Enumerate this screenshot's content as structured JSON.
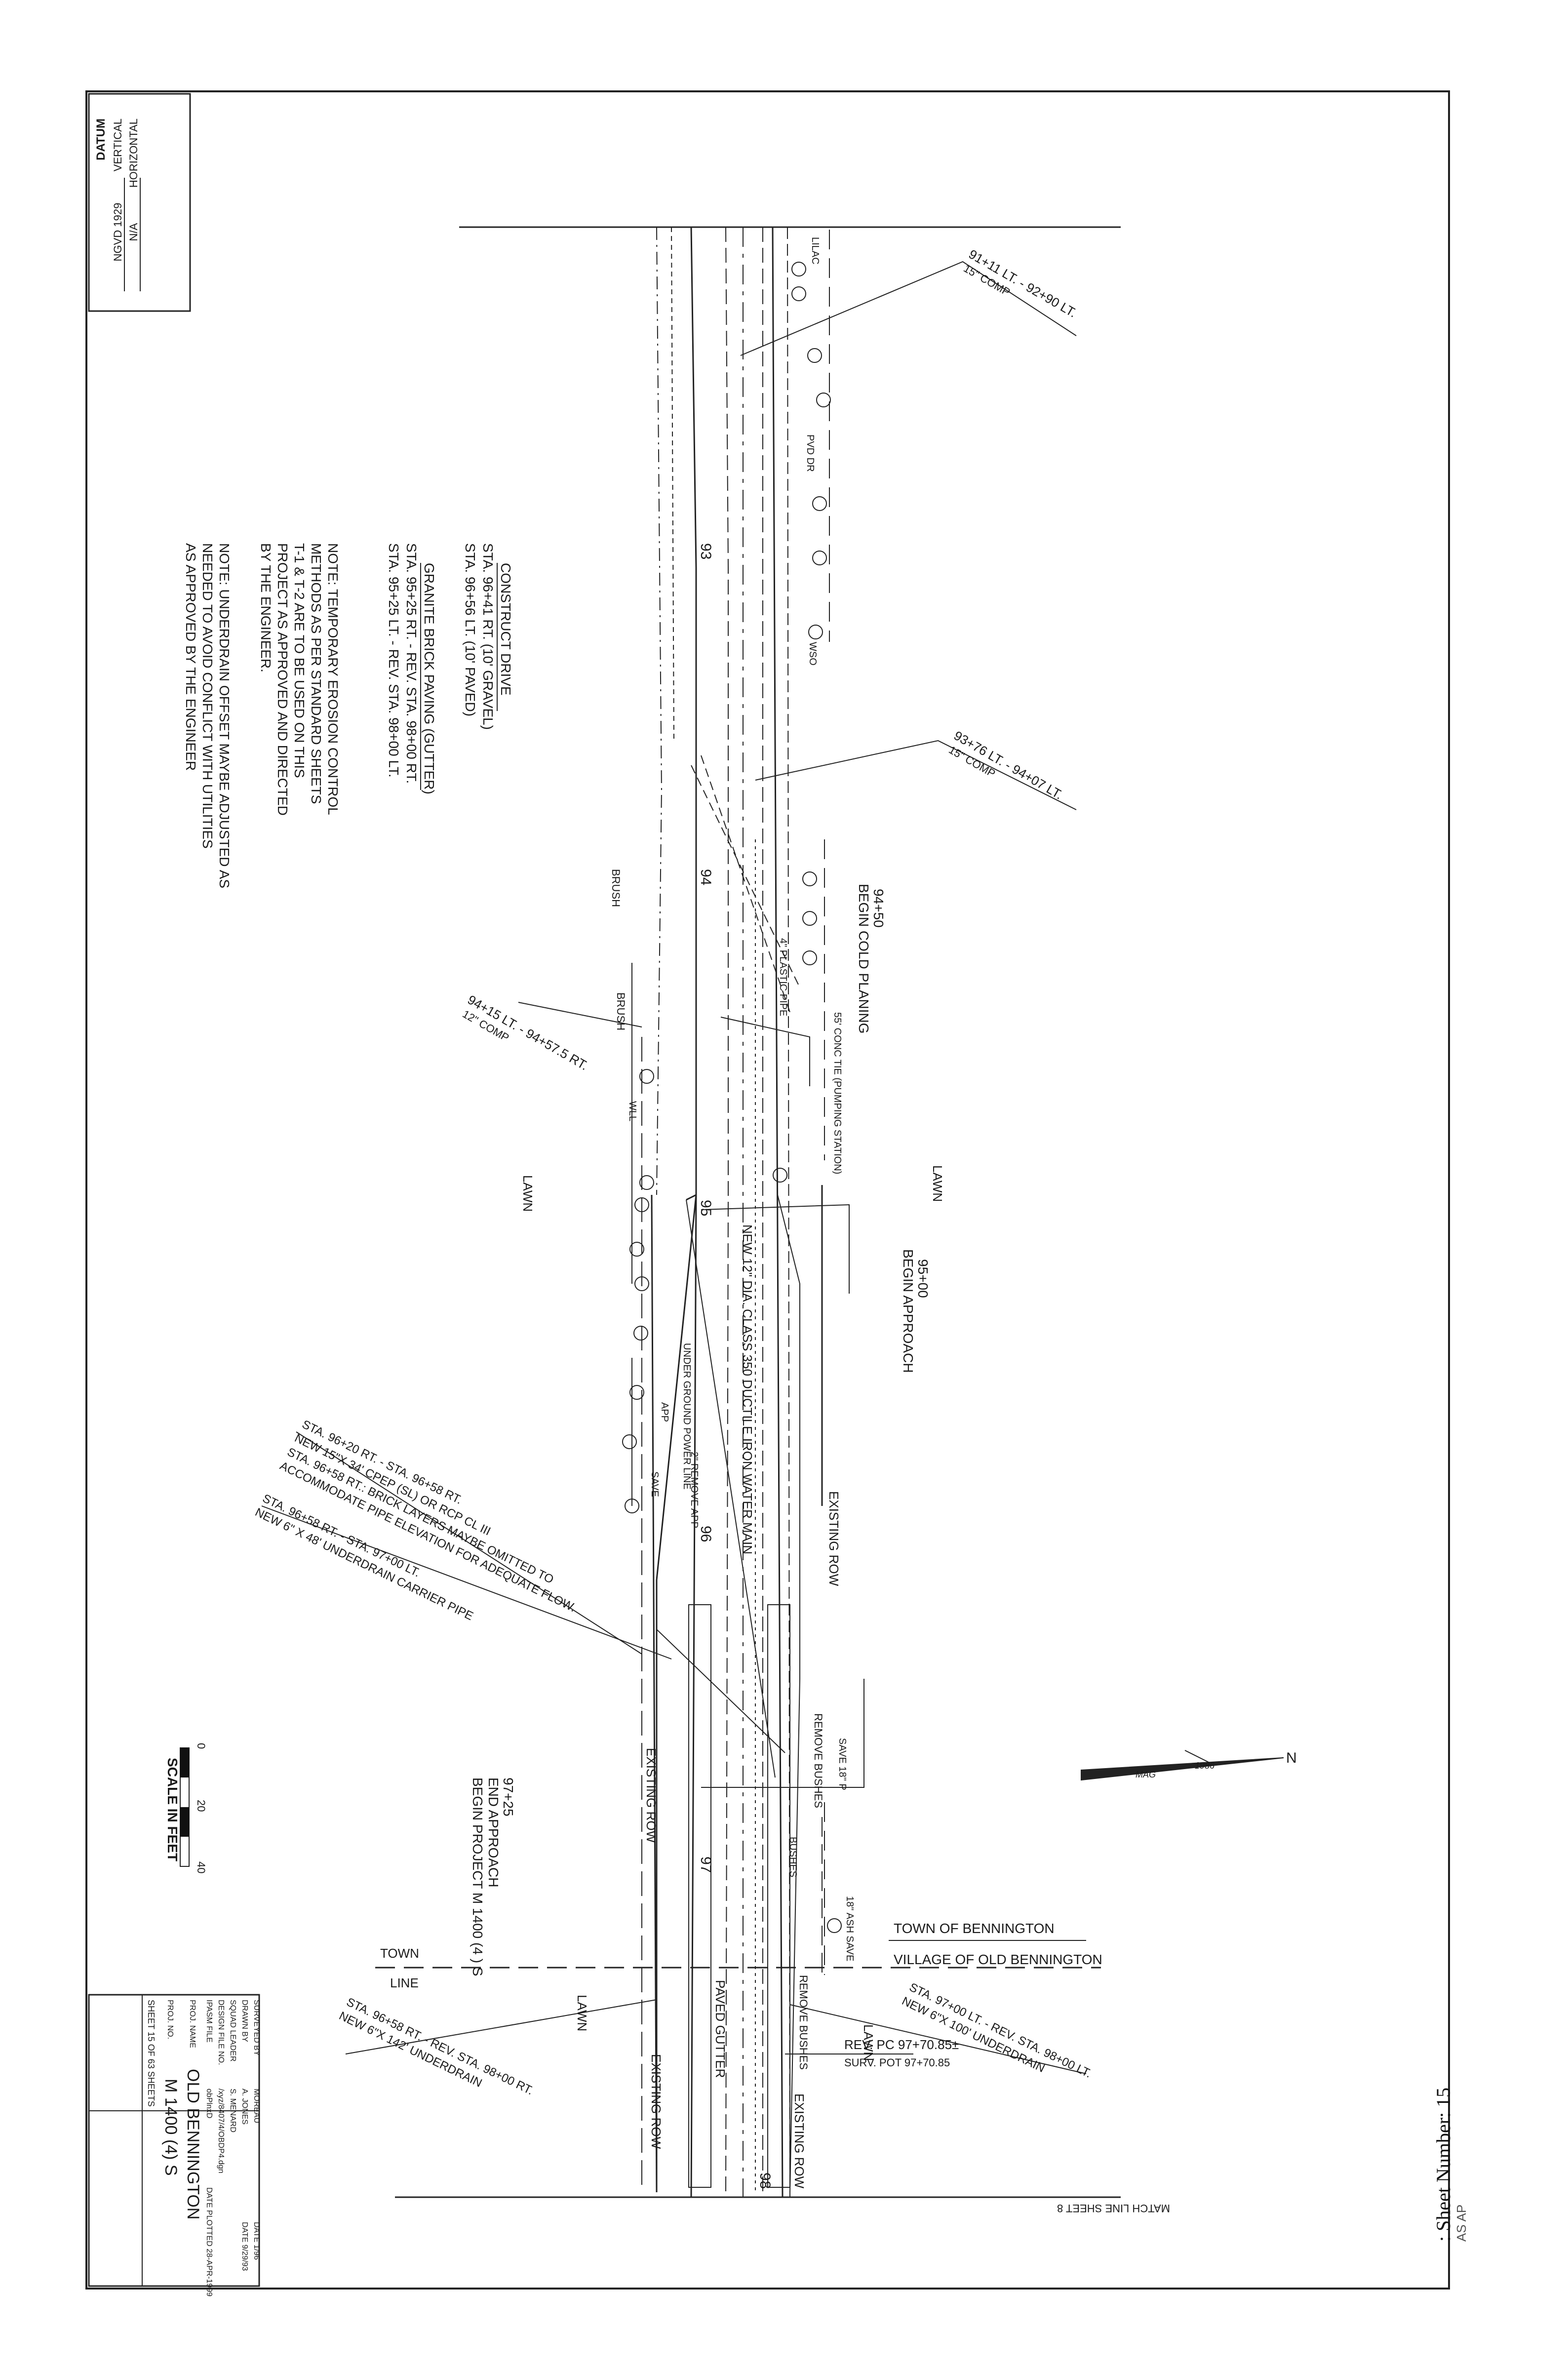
{
  "datum": {
    "title": "DATUM",
    "vertical_label": "VERTICAL",
    "vertical_value": "NGVD 1929",
    "horizontal_label": "HORIZONTAL",
    "horizontal_value": "N/A"
  },
  "notes": {
    "construct_drive": "CONSTRUCT DRIVE",
    "construct_drive_1": "STA. 96+41 RT. (10' GRAVEL)",
    "construct_drive_2": "STA. 96+56 LT. (10' PAVED)",
    "granite": "GRANITE BRICK PAVING (GUTTER)",
    "granite_1": "STA. 95+25 RT. - REV. STA. 98+00 RT.",
    "granite_2": "STA. 95+25 LT. - REV. STA. 98+00 LT.",
    "erosion_1": "NOTE: TEMPORARY EROSION CONTROL",
    "erosion_2": "METHODS AS PER STANDARD SHEETS",
    "erosion_3": "T-1 & T-2 ARE TO BE USED ON THIS",
    "erosion_4": "PROJECT AS APPROVED AND DIRECTED",
    "erosion_5": "BY THE ENGINEER.",
    "underdrain_1": "NOTE: UNDERDRAIN OFFSET MAYBE ADJUSTED AS",
    "underdrain_2": "NEEDED TO AVOID CONFLICT WITH UTILITIES",
    "underdrain_3": "AS APPROVED BY THE ENGINEER"
  },
  "plan": {
    "sta_93": "93",
    "sta_94": "94",
    "sta_95": "95",
    "sta_96": "96",
    "sta_97": "97",
    "sta_98": "98",
    "callout_1a": "91+11 LT. - 92+90 LT.",
    "callout_1b": "15\" COMP",
    "callout_2a": "93+76 LT. - 94+07 LT.",
    "callout_2b": "15\" COMP",
    "callout_3a": "94+15 LT. - 94+57.5 RT.",
    "callout_3b": "12\" COMP",
    "begin_cold_sta": "94+50",
    "begin_cold": "BEGIN COLD PLANING",
    "begin_approach_sta": "95+00",
    "begin_approach": "BEGIN APPROACH",
    "end_approach_sta": "97+25",
    "end_approach": "END APPROACH",
    "begin_project": "BEGIN PROJECT M 1400 (4 ) S",
    "water_main": "NEW 12\" DIA. CLASS 350 DUCTILE IRON WATER MAIN",
    "existing_row_1": "EXISTING ROW",
    "existing_row_2": "EXISTING ROW",
    "existing_row_3": "EXISTING ROW",
    "existing_row_4": "EXISTING ROW",
    "lawn_1": "LAWN",
    "lawn_2": "LAWN",
    "lawn_3": "LAWN",
    "lawn_4": "LAWN",
    "paved_gutter": "PAVED GUTTER",
    "culvert_1": "STA. 96+20 RT. - STA. 96+58 RT.",
    "culvert_2": "NEW 15\"X 34' CPEP (SL) OR RCP CL III",
    "culvert_3": "STA. 96+58 RT.: BRICK LAYERS MAYBE OMITTED TO",
    "culvert_4": "ACCOMMODATE PIPE ELEVATION FOR ADEQUATE FLOW.",
    "ud_1a": "STA. 96+58 RT. - STA. 97+00 LT.",
    "ud_1b": "NEW 6\" X 48' UNDERDRAIN CARRIER PIPE",
    "ud_2a": "STA. 96+58 RT. - REV. STA. 98+00 RT.",
    "ud_2b": "NEW 6\"X 142' UNDERDRAIN",
    "ud_3a": "STA. 97+00 LT. - REV. STA. 98+00 LT.",
    "ud_3b": "NEW 6\"X 100' UNDERDRAIN",
    "rev_pc": "REV. PC 97+70.85±",
    "surv_pot": "SURV. POT 97+70.85",
    "town_line_1": "TOWN",
    "town_line_2": "LINE",
    "town_of": "TOWN OF BENNINGTON",
    "village_of": "VILLAGE OF OLD BENNINGTON",
    "match_line": "MATCH LINE SHEET 8",
    "plastic_pipe": "4\" PLASTIC PIPE",
    "pumping": "55' CONC TIE (PUMPING STATION)",
    "power_line": "UNDER GROUND POWER LINE",
    "brush_1": "BRUSH",
    "brush_2": "BRUSH",
    "remove_bushes_1": "REMOVE BUSHES",
    "remove_bushes_2": "REMOVE BUSHES",
    "bushes": "BUSHES",
    "remove_app": "2\" REMOVE APP",
    "save_18p": "SAVE 18\" P",
    "save_ash": "18\" ASH SAVE",
    "tree_lilac": "LILAC",
    "tree_save": "SAVE",
    "tree_wll": "WLL",
    "tree_app": "APP",
    "tree_pvd": "PVD DR",
    "tree_wso": "WSO",
    "north_n": "N",
    "mag": "MAG",
    "mag_year": "1986"
  },
  "scale": {
    "zero": "0",
    "twenty": "20",
    "forty": "40",
    "label": "SCALE IN FEET"
  },
  "title_block": {
    "surveyed_by": "SURVEYED BY",
    "surveyed_val": "MOREAU",
    "drawn_by": "DRAWN BY",
    "drawn_val": "A. JONES",
    "squad_leader": "SQUAD LEADER",
    "squad_val": "S. MENARD",
    "design_file": "DESIGN FILE NO.",
    "design_val": "/xyz/8407/4/OBDP4.dgn",
    "ipasm": "IPASM FILE",
    "ipasm_val": "obPlnxD",
    "proj_name": "PROJ. NAME",
    "proj_name_val": "OLD BENNINGTON",
    "proj_no": "PROJ. NO.",
    "proj_no_val": "M 1400 (4) S",
    "sheet": "SHEET 15 OF 63 SHEETS",
    "date_1": "DATE 1/96",
    "date_2": "DATE 9/29/93",
    "plotted": "DATE PLOTTED 28-APR-1999"
  },
  "side": {
    "sheet_number": ": Sheet Number: 15",
    "as_ap": "AS AP"
  }
}
